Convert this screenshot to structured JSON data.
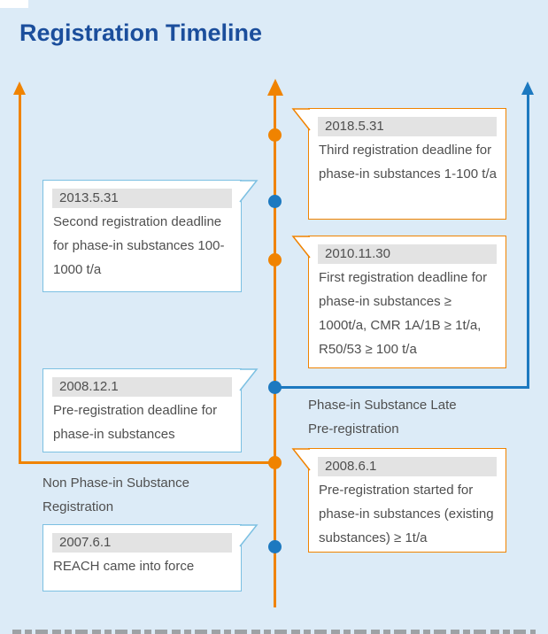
{
  "title": "Registration Timeline",
  "colors": {
    "background": "#DCEBF7",
    "title": "#1B4E9C",
    "orange": "#F08300",
    "blue": "#1D79C0",
    "left_box_border": "#7CC0E2",
    "date_badge_background": "#E3E3E3",
    "text": "#4F4F4F"
  },
  "branch_labels": {
    "left": [
      "Non Phase-in Substance",
      "Registration"
    ],
    "right": [
      "Phase-in Substance Late",
      "Pre-registration"
    ]
  },
  "events": [
    {
      "date": "2018.5.31",
      "description": "Third registration deadline for phase-in substances 1-100 t/a",
      "side": "right",
      "marker": "orange"
    },
    {
      "date": "2013.5.31",
      "description": "Second registration deadline for phase-in substances 100-1000 t/a",
      "side": "left",
      "marker": "blue"
    },
    {
      "date": "2010.11.30",
      "description": "First registration deadline for phase-in substances ≥ 1000t/a, CMR 1A/1B ≥ 1t/a, R50/53 ≥ 100 t/a",
      "side": "right",
      "marker": "orange"
    },
    {
      "date": "2008.12.1",
      "description": "Pre-registration deadline for phase-in substances",
      "side": "left",
      "marker": "blue"
    },
    {
      "date": "2008.6.1",
      "description": "Pre-registration started for phase-in substances (existing substances) ≥ 1t/a",
      "side": "right",
      "marker": "orange"
    },
    {
      "date": "2007.6.1",
      "description": "REACH came into force",
      "side": "left",
      "marker": "blue"
    }
  ]
}
